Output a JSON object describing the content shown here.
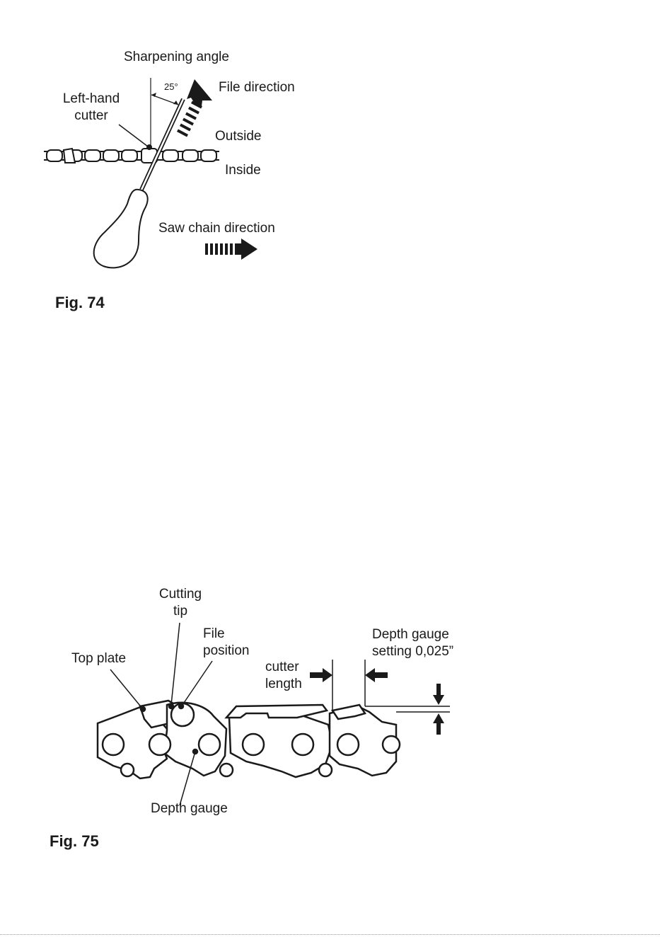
{
  "fig74": {
    "title": "Sharpening angle",
    "angle": "25°",
    "file_direction": "File direction",
    "left_hand_cutter": [
      "Left-hand",
      "cutter"
    ],
    "outside": "Outside",
    "inside": "Inside",
    "saw_chain_direction": "Saw chain direction",
    "caption": "Fig. 74"
  },
  "fig75": {
    "cutting_tip": [
      "Cutting",
      "tip"
    ],
    "file_position": [
      "File",
      "position"
    ],
    "top_plate": "Top plate",
    "cutter_length": [
      "cutter",
      "length"
    ],
    "depth_gauge_setting": [
      "Depth gauge",
      "setting 0,025”"
    ],
    "depth_gauge": "Depth gauge",
    "caption": "Fig. 75"
  }
}
